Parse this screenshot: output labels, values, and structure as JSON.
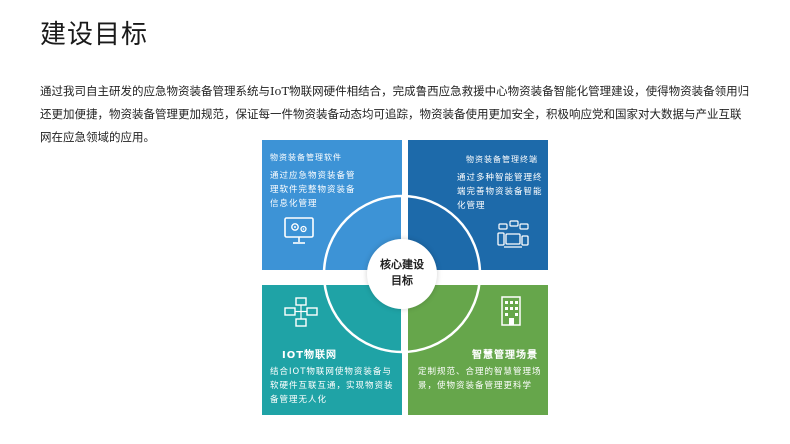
{
  "title": "建设目标",
  "intro": "通过我司自主研发的应急物资装备管理系统与IoT物联网硬件相结合，完成鲁西应急救援中心物资装备智能化管理建设，使得物资装备领用归还更加便捷，物资装备管理更加规范，保证每一件物资装备动态均可追踪，物资装备使用更加安全，积极响应党和国家对大数据与产业互联网在应急领域的应用。",
  "center": {
    "line1": "核心建设",
    "line2": "目标"
  },
  "quadrants": {
    "software": {
      "title": "物资装备管理软件",
      "desc": "通过应急物资装备管理软件完整物资装备信息化管理",
      "icon": "monitor-gears-icon",
      "color": "#3d93d6"
    },
    "terminal": {
      "title": "物资装备管理终端",
      "desc": "通过多种智能管理终端完善物资装备智能化管理",
      "icon": "devices-chat-icon",
      "color": "#1d6aaa"
    },
    "iot": {
      "title": "IOT物联网",
      "desc": "结合IOT物联网使物资装备与软硬件互联互通，实现物资装备管理无人化",
      "icon": "network-nodes-icon",
      "color": "#1fa3a6"
    },
    "scenario": {
      "title": "智慧管理场景",
      "desc": "定制规范、合理的智慧管理场景，使物资装备管理更科学",
      "icon": "building-icon",
      "color": "#66a64b"
    }
  }
}
